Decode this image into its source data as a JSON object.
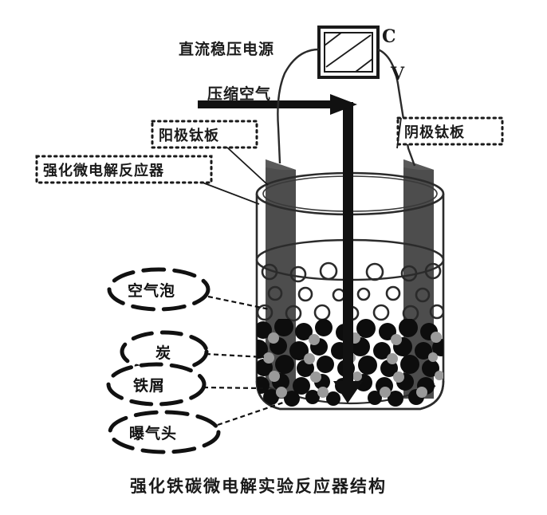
{
  "figure": {
    "caption": "强化铁碳微电解实验反应器结构",
    "labels": {
      "power_supply": "直流稳压电源",
      "compressed_air": "压缩空气",
      "anode_plate": "阳极钛板",
      "cathode_plate": "阴极钛板",
      "reactor": "强化微电解反应器",
      "air_bubble": "空气泡",
      "carbon": "炭",
      "iron_filings": "铁屑",
      "aerator_head": "曝气头"
    },
    "terminals": {
      "current": "C",
      "voltage": "V"
    },
    "colors": {
      "ink": "#1a1a1a",
      "electrode_fill": "#4d4d4d",
      "vessel_wall": "#2b2b2b",
      "carbon_particle": "#0d0d0d",
      "iron_particle": "#9a9a9a",
      "bubble_outline": "#2a2a2a",
      "background": "#ffffff"
    }
  }
}
